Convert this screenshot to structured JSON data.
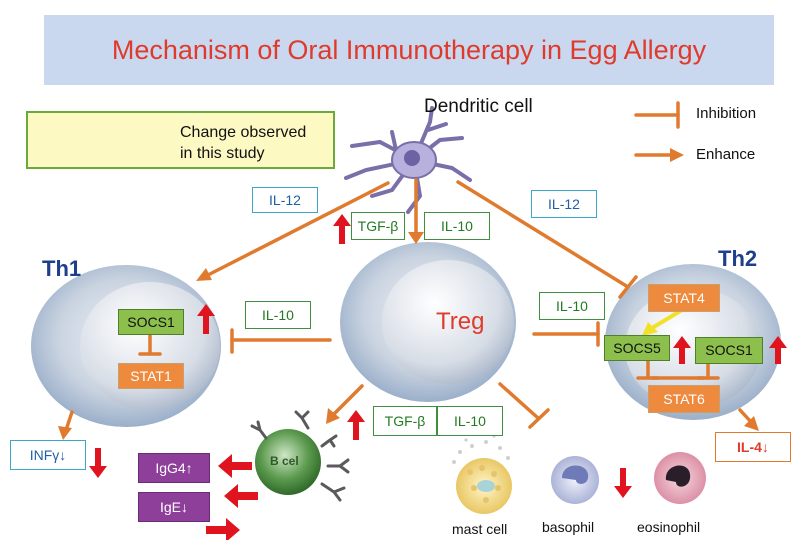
{
  "title": "Mechanism of Oral Immunotherapy in Egg Allergy",
  "legend": {
    "change_line1": "Change observed",
    "change_line2": "in this study",
    "inhibition": "Inhibition",
    "enhance": "Enhance"
  },
  "cells": {
    "dendritic": "Dendritic cell",
    "th1": "Th1",
    "th2": "Th2",
    "treg": "Treg",
    "bcell_glyph": "B cel",
    "mast": "mast cell",
    "basophil": "basophil",
    "eosinophil": "eosinophil"
  },
  "labels": {
    "il12_left": "IL-12",
    "il12_right": "IL-12",
    "tgfb_top": "TGF-β",
    "il10_top": "IL-10",
    "il10_left": "IL-10",
    "il10_right": "IL-10",
    "tgfb_bottom": "TGF-β",
    "il10_bottom": "IL-10",
    "socs1_th1": "SOCS1",
    "stat1": "STAT1",
    "stat4": "STAT4",
    "socs5": "SOCS5",
    "socs1_th2": "SOCS1",
    "stat6": "STAT6",
    "infg": "INFγ↓",
    "il4": "IL-4↓",
    "igg4": "IgG4↑",
    "ige": "IgE↓"
  },
  "colors": {
    "title": "#e03a2b",
    "arrow_orange": "#e07a2e",
    "arrow_red": "#e0141e",
    "label_blue": "#3aa6c9",
    "label_green": "#3f8f3f"
  }
}
